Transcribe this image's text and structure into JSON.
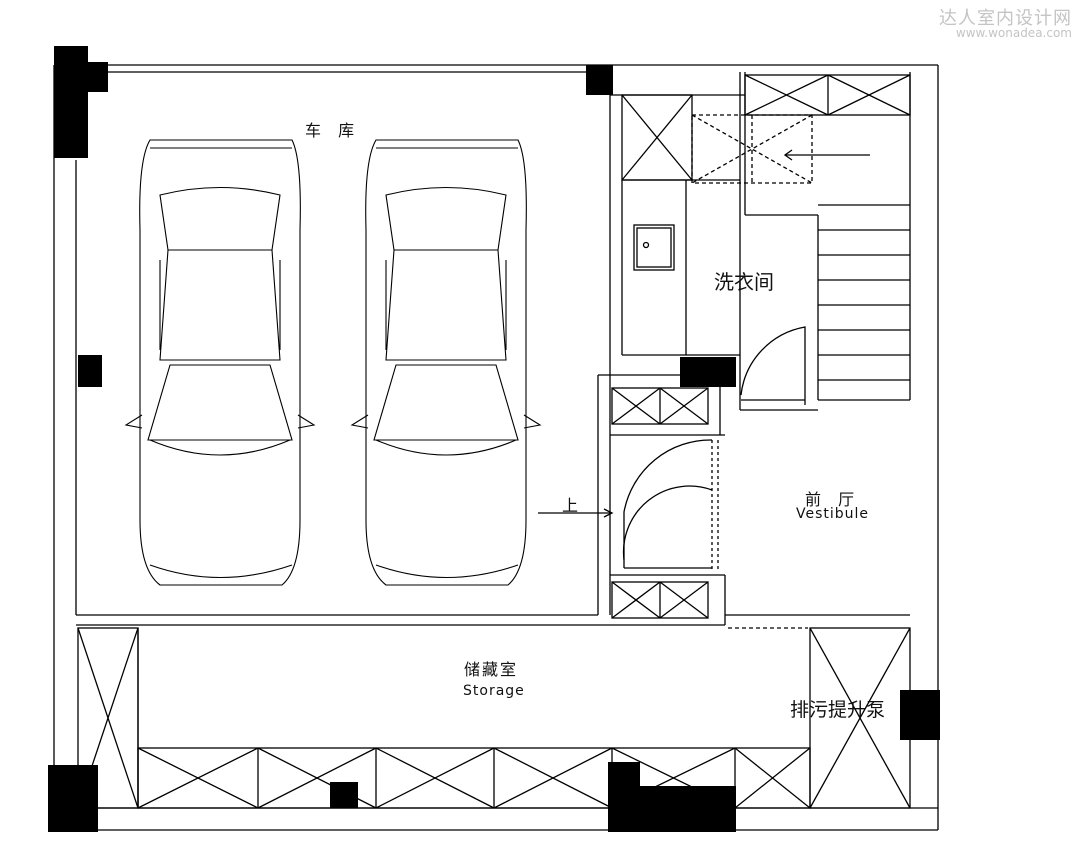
{
  "watermark": {
    "cn": "达人室内设计网",
    "url": "www.wonadea.com"
  },
  "rooms": {
    "garage": {
      "cn": "车 库"
    },
    "laundry": {
      "cn": "洗衣间"
    },
    "vestibule": {
      "cn": "前 厅",
      "en": "Vestibule"
    },
    "storage": {
      "cn": "储藏室",
      "en": "Storage"
    },
    "pump": {
      "cn": "排污提升泵"
    }
  },
  "annotations": {
    "up": "上"
  }
}
